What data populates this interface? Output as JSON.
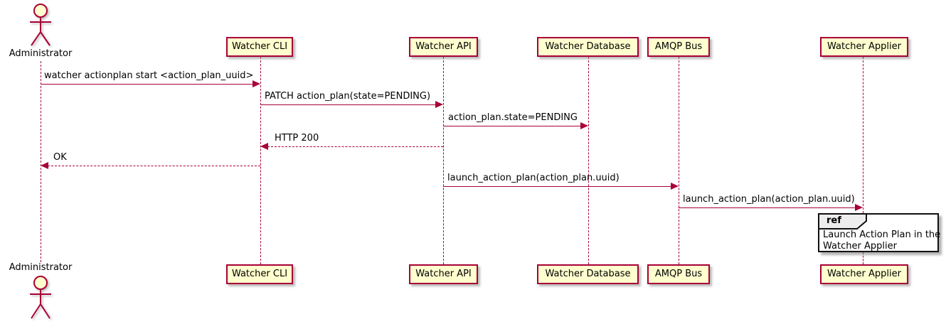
{
  "diagram_type": "sequence-diagram",
  "actor": {
    "label": "Administrator"
  },
  "participants": [
    {
      "id": "watcher-cli",
      "label": "Watcher CLI"
    },
    {
      "id": "watcher-api",
      "label": "Watcher API"
    },
    {
      "id": "watcher-database",
      "label": "Watcher Database"
    },
    {
      "id": "amqp-bus",
      "label": "AMQP Bus"
    },
    {
      "id": "watcher-applier",
      "label": "Watcher Applier"
    }
  ],
  "messages": [
    {
      "from": "Administrator",
      "to": "Watcher CLI",
      "label": "watcher actionplan start <action_plan_uuid>",
      "style": "solid",
      "direction": "right"
    },
    {
      "from": "Watcher CLI",
      "to": "Watcher API",
      "label": "PATCH action_plan(state=PENDING)",
      "style": "solid",
      "direction": "right"
    },
    {
      "from": "Watcher API",
      "to": "Watcher Database",
      "label": "action_plan.state=PENDING",
      "style": "solid",
      "direction": "right"
    },
    {
      "from": "Watcher API",
      "to": "Watcher CLI",
      "label": "HTTP 200",
      "style": "dashed",
      "direction": "left"
    },
    {
      "from": "Watcher CLI",
      "to": "Administrator",
      "label": "OK",
      "style": "dashed",
      "direction": "left"
    },
    {
      "from": "Watcher API",
      "to": "AMQP Bus",
      "label": "launch_action_plan(action_plan.uuid)",
      "style": "solid",
      "direction": "right"
    },
    {
      "from": "AMQP Bus",
      "to": "Watcher Applier",
      "label": "launch_action_plan(action_plan.uuid)",
      "style": "solid",
      "direction": "right"
    }
  ],
  "ref": {
    "keyword": "ref",
    "line1": "Launch Action Plan in the",
    "line2": "Watcher Applier"
  },
  "colors": {
    "accent": "#A80036",
    "participant_fill": "#FEFECE",
    "ref_header_fill": "#EEEEEE",
    "ref_border": "#111111",
    "background": "#FFFFFF",
    "text": "#000000"
  }
}
